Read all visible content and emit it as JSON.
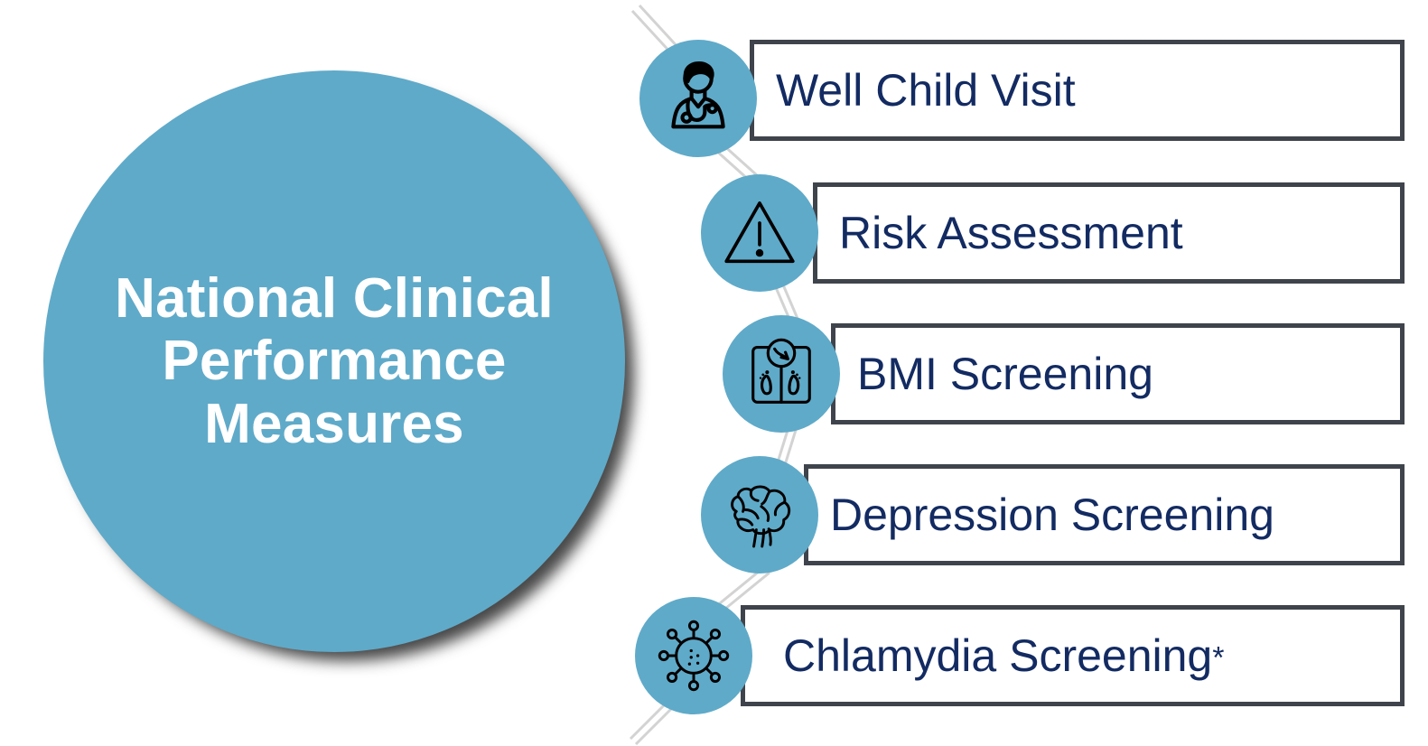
{
  "hub": {
    "label": "National Clinical\nPerformance\nMeasures",
    "fill_color": "#5FAAC9",
    "text_color": "#FFFFFF"
  },
  "theme": {
    "circle_fill": "#5FAAC9",
    "box_border": "#3F444C",
    "label_text": "#132B62",
    "connector_line": "#D3D3D3",
    "background": "#FFFFFF"
  },
  "items": [
    {
      "label": "Well Child Visit",
      "icon": "doctor-icon",
      "suffix": ""
    },
    {
      "label": "Risk Assessment",
      "icon": "warning-triangle-icon",
      "suffix": ""
    },
    {
      "label": "BMI Screening",
      "icon": "weight-scale-icon",
      "suffix": ""
    },
    {
      "label": "Depression Screening",
      "icon": "brain-icon",
      "suffix": ""
    },
    {
      "label": "Chlamydia Screening",
      "icon": "virus-icon",
      "suffix": "*"
    }
  ]
}
